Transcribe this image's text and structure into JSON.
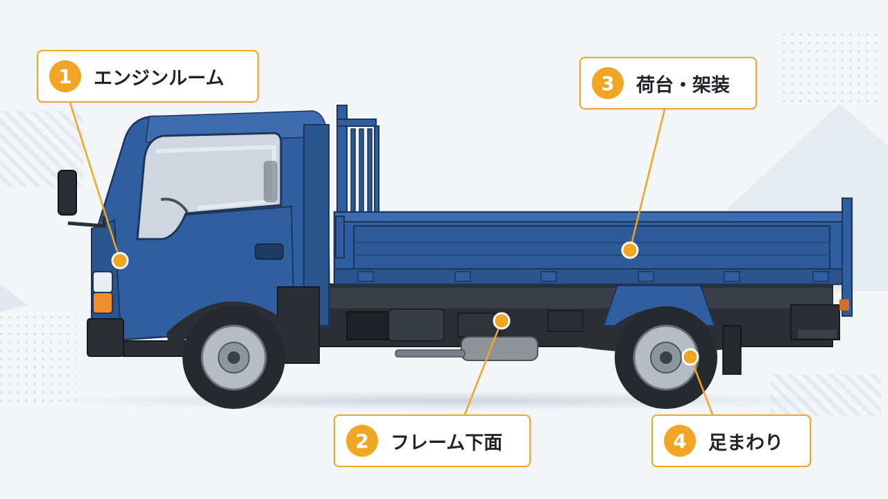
{
  "colors": {
    "accent": "#f0a623",
    "truck_body": "#2f5fa0",
    "background": "#f3f5f8"
  },
  "callouts": [
    {
      "number": "1",
      "label": "エンジンルーム"
    },
    {
      "number": "2",
      "label": "フレーム下面"
    },
    {
      "number": "3",
      "label": "荷台・架装"
    },
    {
      "number": "4",
      "label": "足まわり"
    }
  ]
}
